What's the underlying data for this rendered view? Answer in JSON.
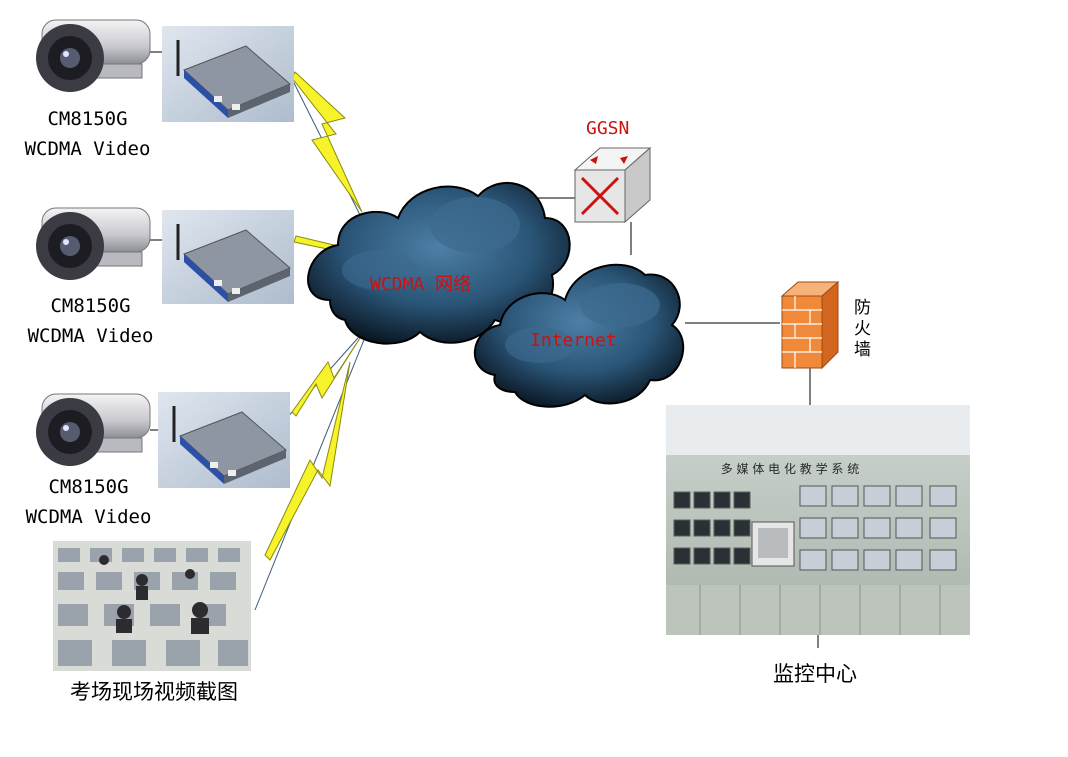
{
  "cameras": [
    {
      "model": "CM8150G",
      "desc": "WCDMA Video"
    },
    {
      "model": "CM8150G",
      "desc": "WCDMA Video"
    },
    {
      "model": "CM8150G",
      "desc": "WCDMA Video"
    }
  ],
  "exam_caption": "考场现场视频截图",
  "wcdma_label": "WCDMA 网络",
  "internet_label": "Internet",
  "ggsn_label": "GGSN",
  "firewall_label": [
    "防",
    "火",
    "墙"
  ],
  "monitor_caption": "监控中心",
  "monitor_wall_text": "多 媒 体 电 化 教 学 系 统",
  "colors": {
    "cloud": "#1c3a55",
    "accent": "#cc1111",
    "bolt": "#f7f32a",
    "brick": "#f08a3a"
  }
}
